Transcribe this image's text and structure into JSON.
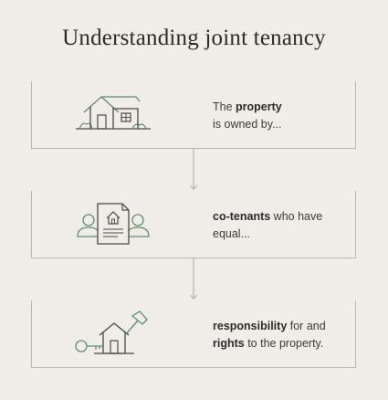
{
  "title": "Understanding joint tenancy",
  "steps": [
    {
      "icon": "house-icon",
      "text_parts": [
        {
          "text": "The ",
          "bold": false
        },
        {
          "text": "property",
          "bold": true
        },
        {
          "text": " is owned by...",
          "bold": false
        }
      ]
    },
    {
      "icon": "co-tenants-deed-icon",
      "text_parts": [
        {
          "text": "co-tenants",
          "bold": true
        },
        {
          "text": " who have equal...",
          "bold": false
        }
      ]
    },
    {
      "icon": "house-key-hammer-icon",
      "text_parts": [
        {
          "text": "responsibility",
          "bold": true
        },
        {
          "text": " for and ",
          "bold": false
        },
        {
          "text": "rights",
          "bold": true
        },
        {
          "text": " to the property.",
          "bold": false
        }
      ]
    }
  ],
  "colors": {
    "background": "#f0ede8",
    "line": "#b9b6b1",
    "icon_dark": "#4a4a4a",
    "icon_green": "#5e8f6c",
    "text": "#3a3a3a"
  }
}
